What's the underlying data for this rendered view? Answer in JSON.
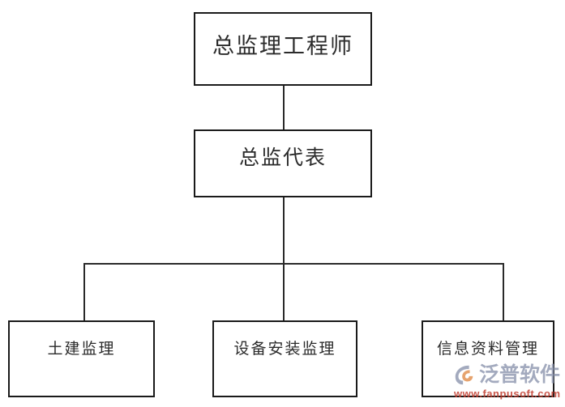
{
  "diagram": {
    "type": "org-chart",
    "title": "",
    "background_color": "#ffffff",
    "line_color": "#2a2a2a",
    "box_border_color": "#1a1a1a",
    "nodes": [
      {
        "id": "chief",
        "label": "总监理工程师",
        "level": 1
      },
      {
        "id": "deputy",
        "label": "总监代表",
        "level": 2
      },
      {
        "id": "civil",
        "label": "土建监理",
        "level": 3
      },
      {
        "id": "equipment",
        "label": "设备安装监理",
        "level": 3
      },
      {
        "id": "info",
        "label": "信息资料管理",
        "level": 3
      }
    ],
    "edges": [
      {
        "from": "chief",
        "to": "deputy"
      },
      {
        "from": "deputy",
        "to": "civil"
      },
      {
        "from": "deputy",
        "to": "equipment"
      },
      {
        "from": "deputy",
        "to": "info"
      }
    ]
  },
  "watermark": {
    "brand": "泛普软件",
    "url": "www.fanpusoft.com",
    "brand_color": "#8a93ad",
    "url_color": "#c0392b",
    "accent_color": "#e08a46"
  }
}
